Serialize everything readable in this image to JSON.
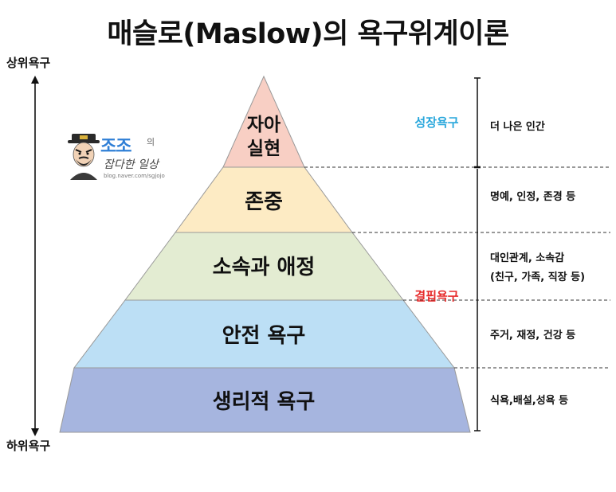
{
  "title": "매슬로(Maslow)의 욕구위계이론",
  "axis": {
    "top_label": "상위욕구",
    "bottom_label": "하위욕구"
  },
  "pyramid": {
    "tiers": [
      {
        "lines": [
          "자아",
          "실현"
        ],
        "color": "#f8cfc4"
      },
      {
        "lines": [
          "존중"
        ],
        "color": "#fdebc4"
      },
      {
        "lines": [
          "소속과 애정"
        ],
        "color": "#e3ecd2"
      },
      {
        "lines": [
          "안전 욕구"
        ],
        "color": "#bcdff5"
      },
      {
        "lines": [
          "생리적 욕구"
        ],
        "color": "#a6b5df"
      }
    ]
  },
  "categories": {
    "growth": {
      "label": "성장욕구",
      "color": "#29a7dc"
    },
    "deficiency": {
      "label": "결핍욕구",
      "color": "#e62a2a"
    }
  },
  "descriptions": [
    {
      "lines": [
        "더 나은 인간"
      ]
    },
    {
      "lines": [
        "명예, 인정, 존경 등"
      ]
    },
    {
      "lines": [
        "대인관계, 소속감",
        "(친구, 가족, 직장 등)"
      ]
    },
    {
      "lines": [
        "주거, 재정, 건강 등"
      ]
    },
    {
      "lines": [
        "식욕,배설,성욕 등"
      ]
    }
  ],
  "logo": {
    "title": "조조",
    "suffix": "의",
    "subtitle": "잡다한 일상",
    "url": "blog.naver.com/sgjojo"
  }
}
